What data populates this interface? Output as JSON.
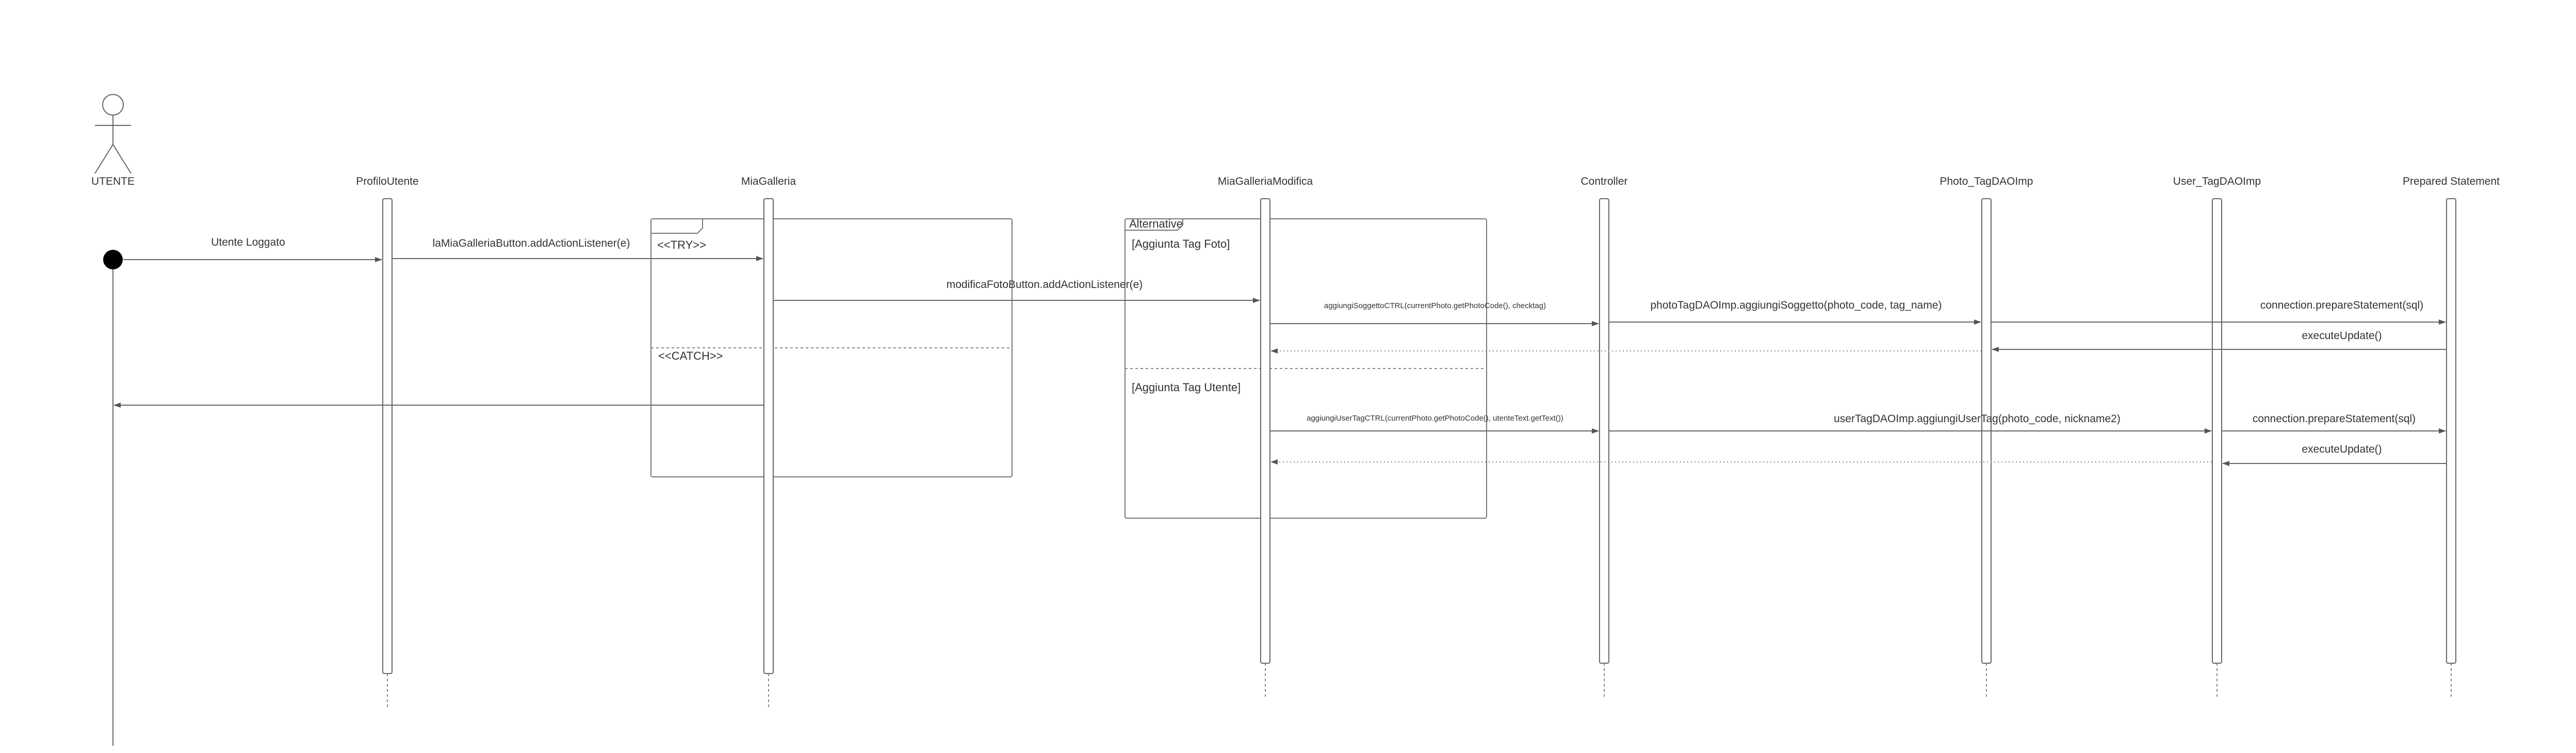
{
  "diagram": {
    "actor": {
      "label": "UTENTE"
    },
    "lifelines": {
      "profilo_utente": "ProfiloUtente",
      "mia_galleria": "MiaGalleria",
      "mia_galleria_modifica": "MiaGalleriaModifica",
      "controller": "Controller",
      "photo_tag_dao": "Photo_TagDAOImp",
      "user_tag_dao": "User_TagDAOImp",
      "prepared_statement": "Prepared Statement"
    },
    "fragments": {
      "try_catch": {
        "try_label": "<<TRY>>",
        "catch_label": "<<CATCH>>"
      },
      "alternative": {
        "label": "Alternative",
        "guard_1": "[Aggiunta Tag Foto]",
        "guard_2": "[Aggiunta Tag Utente]"
      }
    },
    "messages": {
      "m1": "Utente Loggato",
      "m2": "laMiaGalleriaButton.addActionListener(e)",
      "m3": "modificaFotoButton.addActionListener(e)",
      "m4": "aggiungiSoggettoCTRL(currentPhoto.getPhotoCode(), checktag)",
      "m5": "photoTagDAOImp.aggiungiSoggetto(photo_code, tag_name)",
      "m6": "connection.prepareStatement(sql)",
      "m7": "executeUpdate()",
      "m8": "aggiungiUserTagCTRL(currentPhoto.getPhotoCode(), utenteText.getText())",
      "m9": "userTagDAOImp.aggiungiUserTag(photo_code, nickname2)",
      "m10": "connection.prepareStatement(sql)",
      "m11": "executeUpdate()"
    }
  }
}
